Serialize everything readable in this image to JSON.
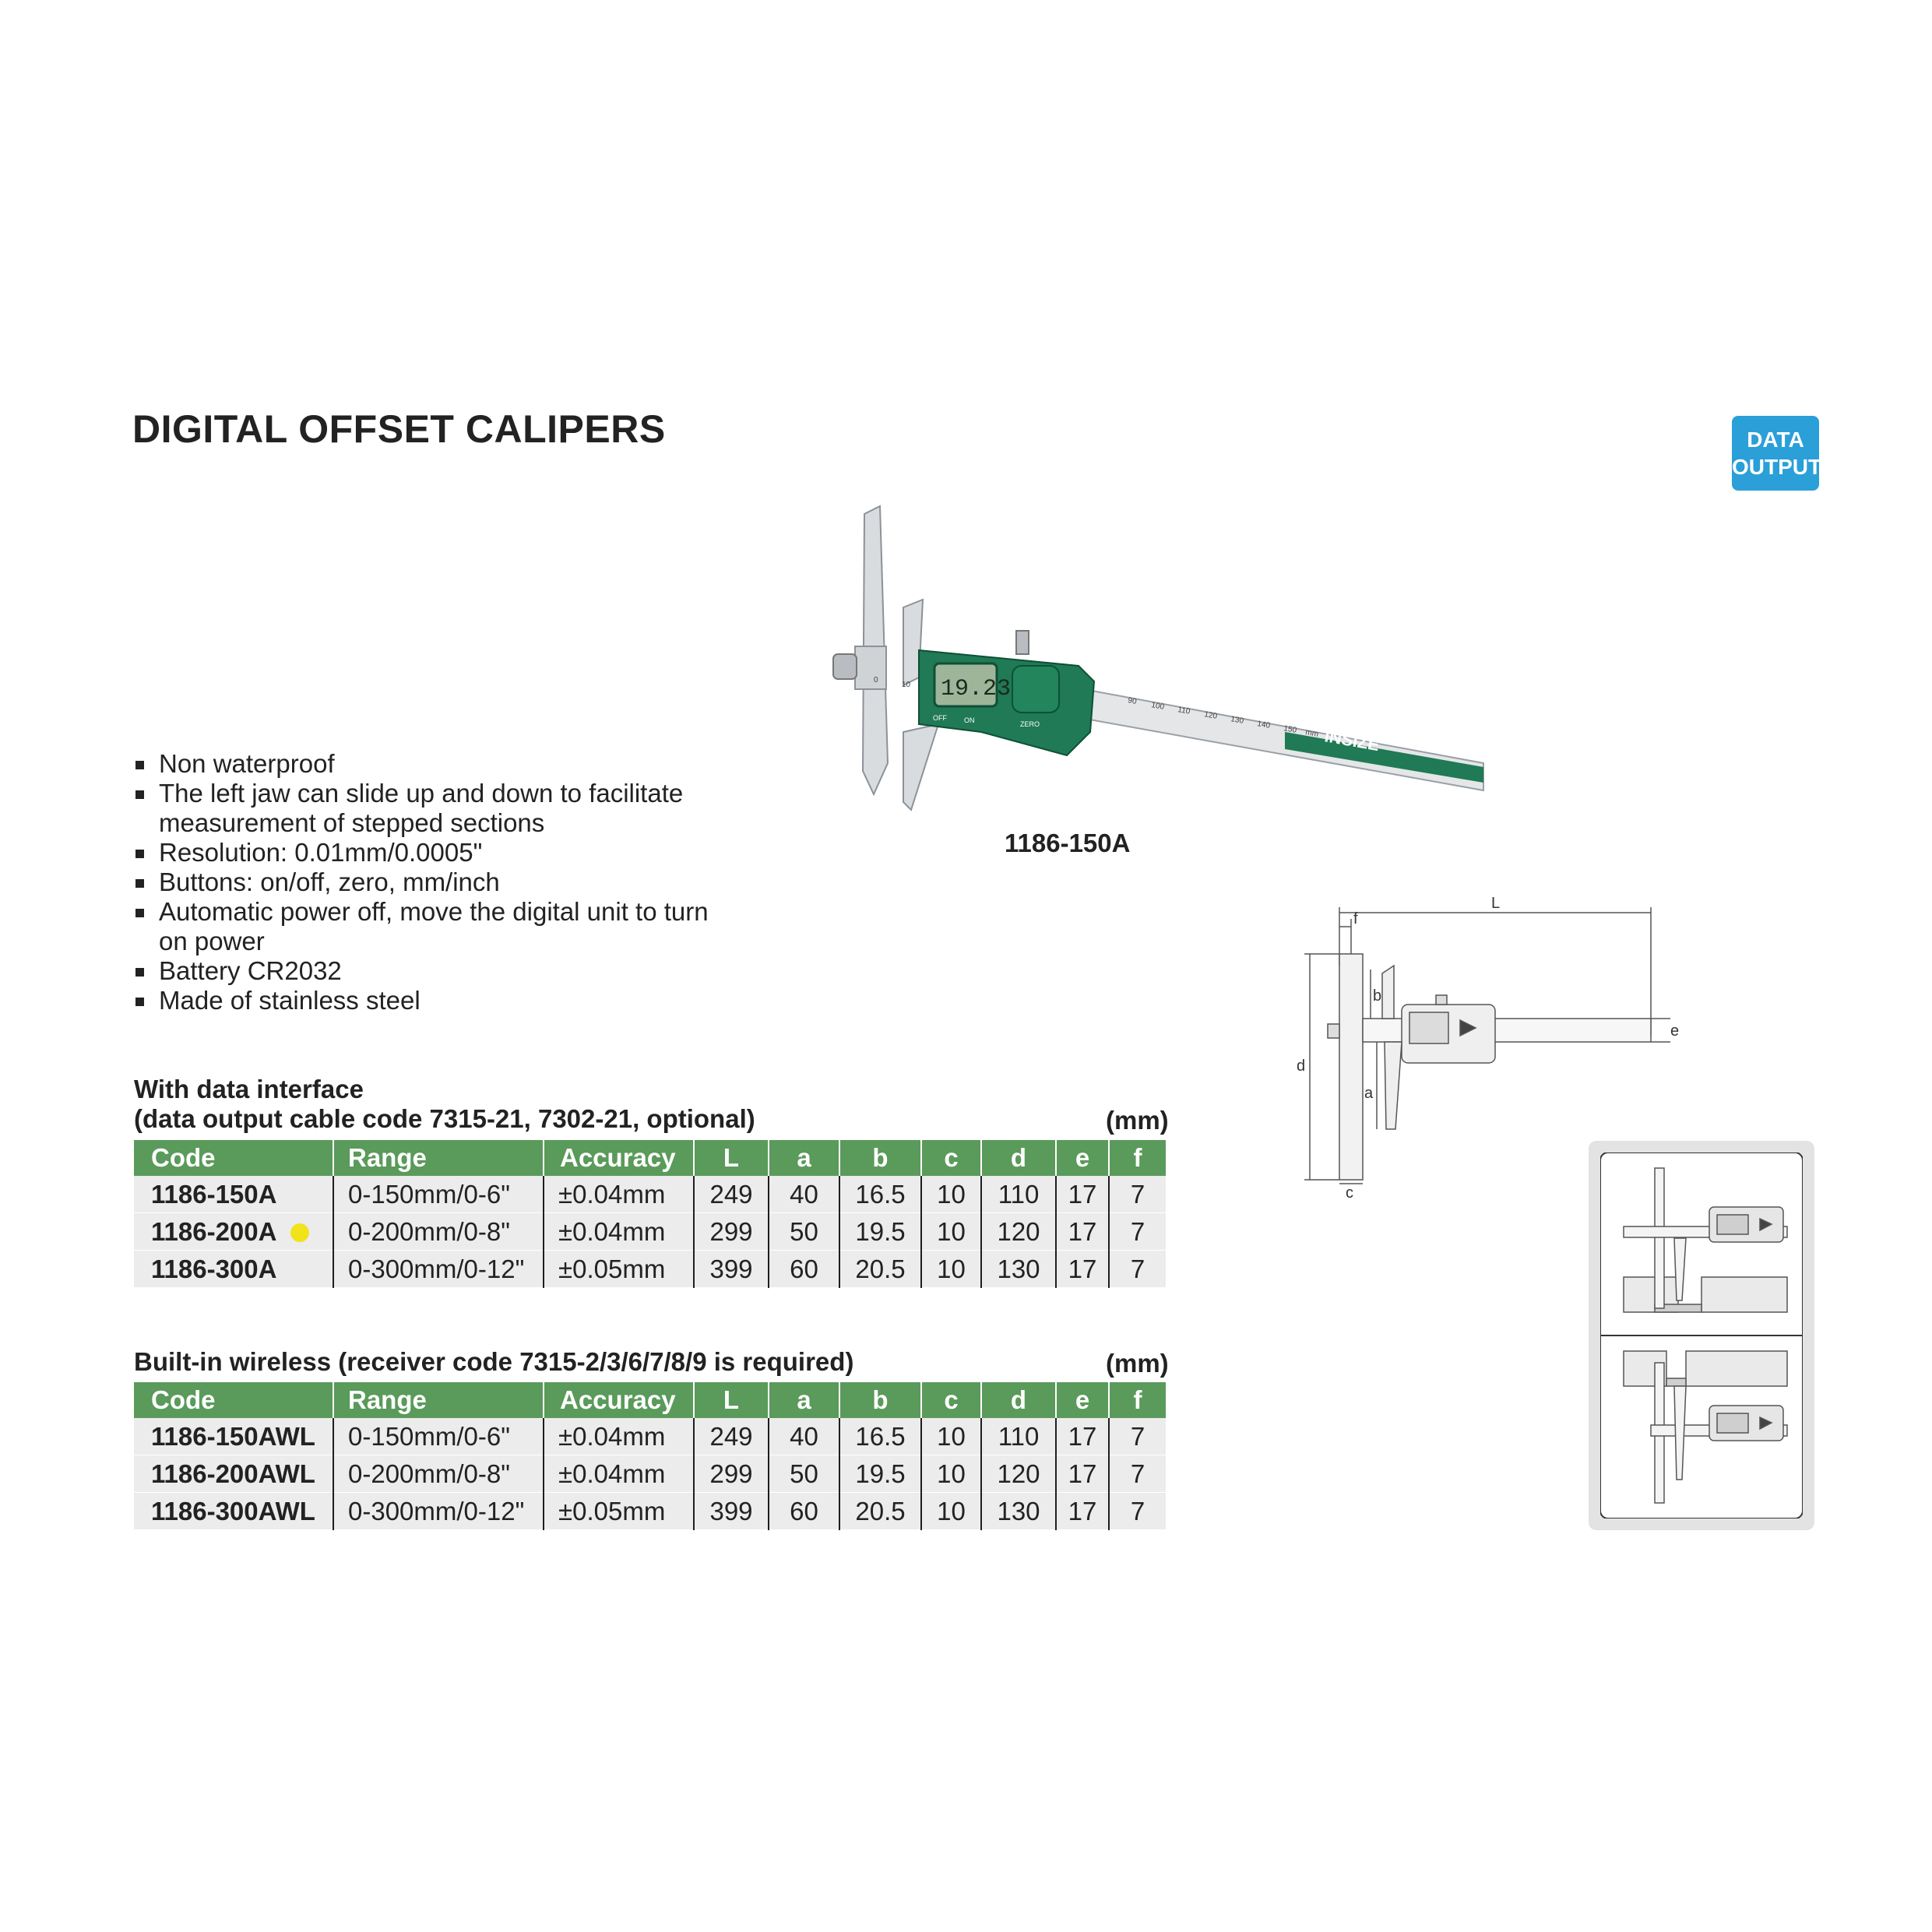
{
  "title": "DIGITAL OFFSET CALIPERS",
  "badge": {
    "line1": "DATA",
    "line2": "OUTPUT",
    "color": "#2a9fd8"
  },
  "photo": {
    "caption": "1186-150A",
    "display_reading": "19.23",
    "brand": "INSIZE",
    "scale_labels": [
      "0",
      "10",
      "90",
      "100",
      "110",
      "120",
      "130",
      "140",
      "150",
      "mm"
    ],
    "button_labels": [
      "OFF",
      "ON",
      "ZERO"
    ],
    "body_color": "#1f7a55"
  },
  "features": [
    "Non waterproof",
    "The left jaw can slide up and down to facilitate measurement of stepped sections",
    "Resolution: 0.01mm/0.0005\"",
    "Buttons: on/off, zero, mm/inch",
    "Automatic power off, move the digital unit to turn on power",
    "Battery CR2032",
    "Made of stainless steel"
  ],
  "section1": {
    "line1": "With data interface",
    "line2": "(data output cable code 7315-21, 7302-21, optional)",
    "unit": "(mm)"
  },
  "section2": {
    "line1": "Built-in wireless (receiver code 7315-2/3/6/7/8/9 is required)",
    "unit": "(mm)"
  },
  "table_headers": [
    "Code",
    "Range",
    "Accuracy",
    "L",
    "a",
    "b",
    "c",
    "d",
    "e",
    "f"
  ],
  "table1_rows": [
    {
      "code": "1186-150A",
      "range": "0-150mm/0-6\"",
      "accuracy": "±0.04mm",
      "L": "249",
      "a": "40",
      "b": "16.5",
      "c": "10",
      "d": "110",
      "e": "17",
      "f": "7"
    },
    {
      "code": "1186-200A",
      "range": "0-200mm/0-8\"",
      "accuracy": "±0.04mm",
      "L": "299",
      "a": "50",
      "b": "19.5",
      "c": "10",
      "d": "120",
      "e": "17",
      "f": "7"
    },
    {
      "code": "1186-300A",
      "range": "0-300mm/0-12\"",
      "accuracy": "±0.05mm",
      "L": "399",
      "a": "60",
      "b": "20.5",
      "c": "10",
      "d": "130",
      "e": "17",
      "f": "7"
    }
  ],
  "table2_rows": [
    {
      "code": "1186-150AWL",
      "range": "0-150mm/0-6\"",
      "accuracy": "±0.04mm",
      "L": "249",
      "a": "40",
      "b": "16.5",
      "c": "10",
      "d": "110",
      "e": "17",
      "f": "7"
    },
    {
      "code": "1186-200AWL",
      "range": "0-200mm/0-8\"",
      "accuracy": "±0.04mm",
      "L": "299",
      "a": "50",
      "b": "19.5",
      "c": "10",
      "d": "120",
      "e": "17",
      "f": "7"
    },
    {
      "code": "1186-300AWL",
      "range": "0-300mm/0-12\"",
      "accuracy": "±0.05mm",
      "L": "399",
      "a": "60",
      "b": "20.5",
      "c": "10",
      "d": "130",
      "e": "17",
      "f": "7"
    }
  ],
  "diagram_labels": {
    "L": "L",
    "f": "f",
    "b": "b",
    "d": "d",
    "a": "a",
    "c": "c",
    "e": "e"
  },
  "colors": {
    "table_header": "#5a9a5a",
    "row_bg": "#ececec",
    "stock_dot": "#f2e21c"
  }
}
